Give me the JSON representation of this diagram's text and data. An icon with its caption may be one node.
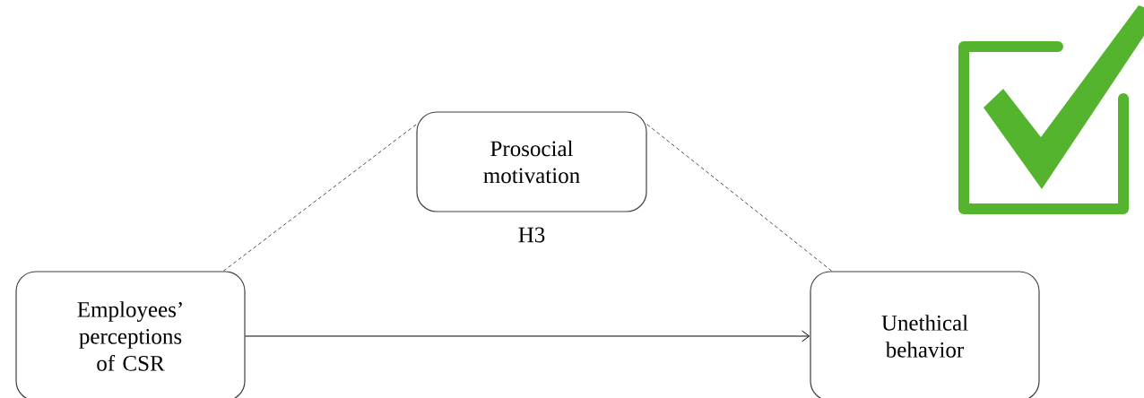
{
  "diagram": {
    "nodes": [
      {
        "text": [
          "Employees’ perceptions of CSR"
        ]
      },
      {
        "text": [
          "Prosocial motivation"
        ]
      },
      {
        "text": [
          "Unethical behavior"
        ]
      }
    ],
    "edges": [
      {
        "from": 0,
        "to": 1,
        "arrow": "none",
        "style": "dashed"
      },
      {
        "from": 1,
        "to": 2,
        "arrow": "none",
        "style": "dashed"
      },
      {
        "from": 0,
        "to": 2,
        "arrow": "to"
      }
    ],
    "labels": [
      "H3"
    ]
  }
}
